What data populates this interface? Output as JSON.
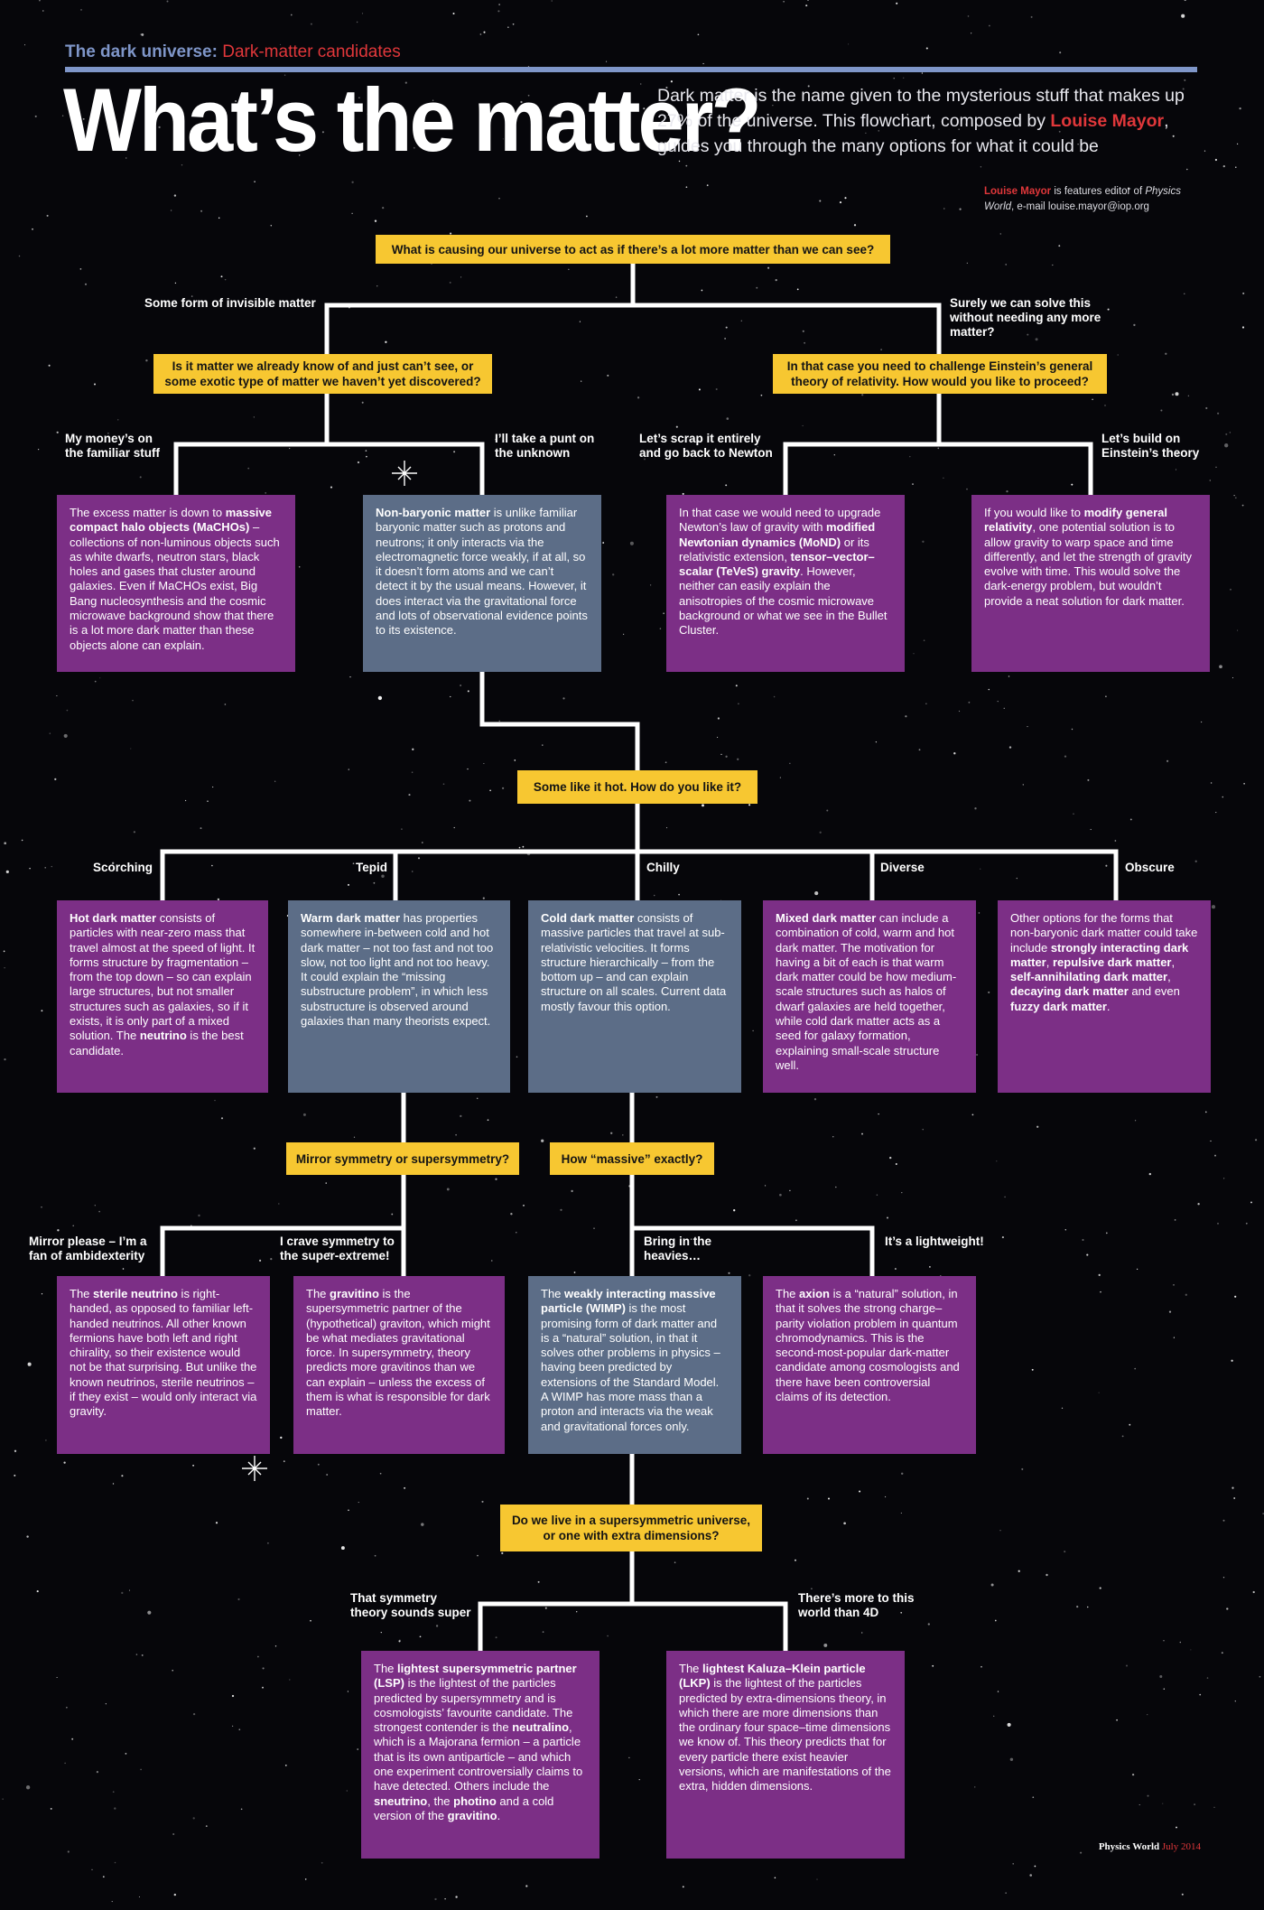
{
  "header": {
    "section": "The dark universe:",
    "topic": "Dark-matter candidates",
    "title": "What’s the matter?",
    "intro_before": "Dark matter is the name given to the mysterious stuff that makes up 27% of the universe. This flowchart, composed by",
    "intro_author": "Louise Mayor",
    "intro_after": ", guides you through the many options for what it could be",
    "credit_name": "Louise Mayor",
    "credit_mid": "is features editor of",
    "credit_pub": "Physics World",
    "credit_end": ", e-mail louise.mayor@iop.org"
  },
  "questions": {
    "q1": "What is causing our universe to act as if there’s a lot more matter than we can see?",
    "q2": "Is it matter we already know of and just can’t see, or some exotic type of matter we haven’t yet discovered?",
    "q3": "In that case you need to challenge Einstein’s general theory of relativity. How would you like to proceed?",
    "q4": "Some like it hot. How do you like it?",
    "q5": "Mirror symmetry or supersymmetry?",
    "q6": "How “massive” exactly?",
    "q7": "Do we live in a supersymmetric universe, or one with extra dimensions?"
  },
  "labels": {
    "invisible": "Some form of invisible matter",
    "surely": "Surely we can solve this without needing any more matter?",
    "familiar": "My money’s on the familiar stuff",
    "unknown": "I’ll take a punt on the unknown",
    "scrap": "Let’s scrap it entirely and go back to Newton",
    "build": "Let’s build on Einstein’s theory",
    "scorching": "Scorching",
    "tepid": "Tepid",
    "chilly": "Chilly",
    "diverse": "Diverse",
    "obscure": "Obscure",
    "mirror": "Mirror please – I’m a fan of ambidexterity",
    "crave": "I crave symmetry to the super-extreme!",
    "heavies": "Bring in the heavies…",
    "lightweight": "It’s a lightweight!",
    "symmetry": "That symmetry theory sounds super",
    "more": "There’s more to this world than 4D"
  },
  "boxes": {
    "macho": "The excess matter is down to <b>massive compact halo objects (MaCHOs)</b> – collections of non-luminous objects such as white dwarfs, neutron stars, black holes and gases that cluster around galaxies. Even if MaCHOs exist, Big Bang nucleosynthesis and the cosmic microwave background show that there is a lot more dark matter than these objects alone can explain.",
    "nonbaryonic": "<b>Non-baryonic matter</b> is unlike familiar baryonic matter such as protons and neutrons; it only interacts via the electromagnetic force weakly, if at all, so it doesn’t form atoms and we can’t detect it by the usual means. However, it does interact via the gravitational force and lots of observational evidence points to its existence.",
    "mond": "In that case we would need to upgrade Newton’s law of gravity with <b>modified Newtonian dynamics (MoND)</b> or its relativistic extension, <b>tensor–vector–scalar (TeVeS) gravity</b>. However, neither can easily explain the anisotropies of the cosmic microwave background or what we see in the Bullet Cluster.",
    "modgr": "If you would like to <b>modify general relativity</b>, one potential solution is to allow gravity to warp space and time differently, and let the strength of gravity evolve with time. This would solve the dark-energy problem, but wouldn’t provide a neat solution for dark matter.",
    "hot": "<b>Hot dark matter</b> consists of particles with near-zero mass that travel almost at the speed of light. It forms structure by fragmentation – from the top down – so can explain large structures, but not smaller structures such as galaxies, so if it exists, it is only part of a mixed solution. The <b>neutrino</b> is the best candidate.",
    "warm": "<b>Warm dark matter</b> has properties somewhere in-between cold and hot dark matter – not too fast and not too slow, not too light and not too heavy. It could explain the “missing substructure problem”, in which less substructure is observed around galaxies than many theorists expect.",
    "cold": "<b>Cold dark matter</b> consists of massive particles that travel at sub-relativistic velocities. It forms structure hierarchically – from the bottom up – and can explain structure on all scales. Current data mostly favour this option.",
    "mixed": "<b>Mixed dark matter</b> can include a combination of cold, warm and hot dark matter. The motivation for having a bit of each is that warm dark matter could be how medium-scale structures such as halos of dwarf galaxies are held together, while cold dark matter acts as a seed for galaxy formation, explaining small-scale structure well.",
    "other": "Other options for the forms that non-baryonic dark matter could take include <b>strongly interacting dark matter</b>, <b>repulsive dark matter</b>, <b>self-annihilating dark matter</b>, <b>decaying dark matter</b> and even <b>fuzzy dark matter</b>.",
    "sterile": "The <b>sterile neutrino</b> is right-handed, as opposed to familiar left-handed neutrinos. All other known fermions have both left and right chirality, so their existence would not be that surprising. But unlike the known neutrinos, sterile neutrinos – if they exist – would only interact via gravity.",
    "gravitino": "The <b>gravitino</b> is the supersymmetric partner of the (hypothetical) graviton, which might be what mediates gravitational force. In supersymmetry, theory predicts more gravitinos than we can explain – unless the excess of them is what is responsible for dark matter.",
    "wimp": "The <b>weakly interacting massive particle (WIMP)</b> is the most promising form of dark matter and is a “natural” solution, in that it solves other problems in physics – having been predicted by extensions of the Standard Model. A WIMP has more mass than a proton and interacts via the weak and gravitational forces only.",
    "axion": "The <b>axion</b> is a “natural” solution, in that it solves the strong charge–parity violation problem in quantum chromodynamics. This is the second-most-popular dark-matter candidate among cosmologists and there have been controversial claims of its detection.",
    "lsp": "The <b>lightest supersymmetric partner (LSP)</b> is the lightest of the particles predicted by supersymmetry and is cosmologists’ favourite candidate. The strongest contender is the <b>neutralino</b>, which is a Majorana fermion – a particle that is its own antiparticle – and which one experiment controversially claims to have detected. Others include the <b>sneutrino</b>, the <b>photino</b> and a cold version of the <b>gravitino</b>.",
    "lkp": "The <b>lightest Kaluza–Klein particle (LKP)</b> is the lightest of the particles predicted by extra-dimensions theory, in which there are more dimensions than the ordinary four space–time dimensions we know of. This theory predicts that for every particle there exist heavier versions, which are manifestations of the extra, hidden dimensions."
  },
  "footer": {
    "publication": "Physics World",
    "date": "July 2014"
  },
  "colors": {
    "question": "#f7c731",
    "purple_box": "#7c2f86",
    "slate_box": "#5c6d87",
    "accent_red": "#e0373a",
    "rule_blue": "#7f96c9"
  }
}
